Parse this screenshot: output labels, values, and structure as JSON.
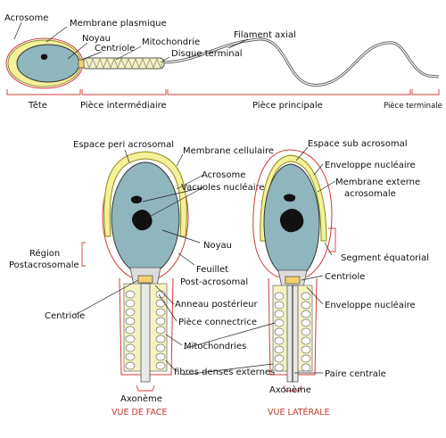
{
  "top": {
    "acrosome": "Acrosome",
    "membrane_plasmique": "Membrane plasmique",
    "noyau": "Noyau",
    "centriole": "Centriole",
    "mitochondrie": "Mitochondrie",
    "disque_terminal": "Disque terminal",
    "filament_axial": "Filament axial",
    "tete": "Tête",
    "piece_intermediaire": "Pièce intermédiaire",
    "piece_principale": "Pièce principale",
    "piece_terminale": "Pièce terminale"
  },
  "front": {
    "espace_peri_acrosomal": "Espace peri acrosomal",
    "membrane_cellulaire": "Membrane cellulaire",
    "acrosome": "Acrosome",
    "vacuoles_nucleaires": "Vacuoles nucléaires",
    "noyau": "Noyau",
    "region_postacrosomale_line1": "Région",
    "region_postacrosomale_line2": "Postacrosomale",
    "feuillet_line1": "Feuillet",
    "feuillet_line2": "Post-acrosomal",
    "anneau_posterieur": "Anneau postérieur",
    "piece_connectrice": "Pièce connectrice",
    "centriole": "Centriole",
    "mitochondries": "Mitochondries",
    "fibres_denses_externes": "fibres denses externes",
    "axoneme": "Axonème",
    "view_title": "VUE DE FACE"
  },
  "lateral": {
    "espace_sub_acrosomal": "Espace sub acrosomal",
    "enveloppe_nucleaire_top": "Enveloppe nucléaire",
    "membrane_externe_line1": "Membrane externe",
    "membrane_externe_line2": "acrosomale",
    "segment_equatorial": "Segment équatorial",
    "centriole": "Centriole",
    "enveloppe_nucleaire_bottom": "Enveloppe nucléaire",
    "paire_centrale": "Paire centrale",
    "axoneme": "Axonème",
    "view_title": "VUE LATÉRALE"
  },
  "colors": {
    "nucleus": "#8fb5bd",
    "acrosome": "#f3f19a",
    "acrosome_outline": "#8a8a1a",
    "membrane_red": "#d23a3a",
    "bracket": "#d23a3a",
    "outline": "#333333"
  }
}
